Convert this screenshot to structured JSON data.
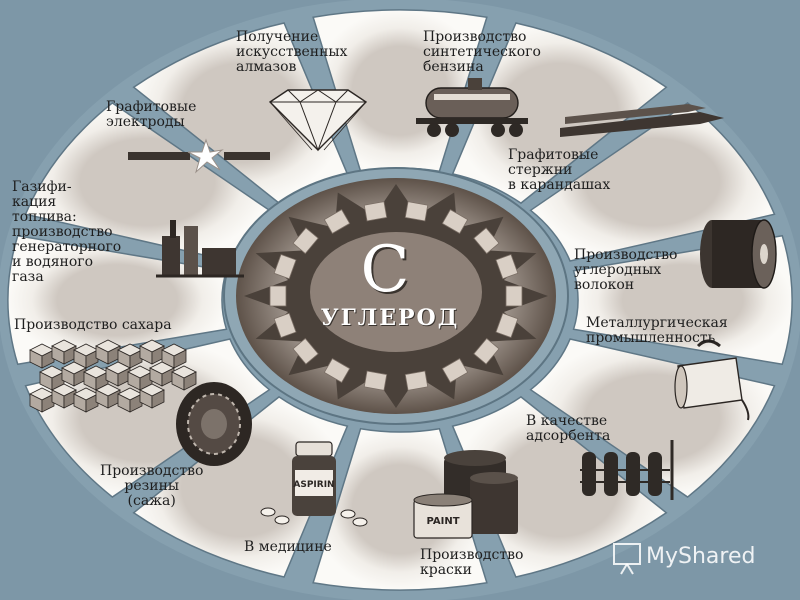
{
  "center": {
    "symbol": "C",
    "name": "УГЛЕРОД"
  },
  "segments": [
    {
      "id": "diamonds",
      "label": "Получение\nискусственных\nалмазов",
      "icon": "diamond-icon"
    },
    {
      "id": "gasoline",
      "label": "Производство\nсинтетического\nбензина",
      "icon": "tank-car-icon"
    },
    {
      "id": "pencils",
      "label": "Графитовые\nстержни\nв карандашах",
      "icon": "pencil-rods-icon"
    },
    {
      "id": "fibers",
      "label": "Производство\nуглеродных\nволокон",
      "icon": "fiber-spool-icon"
    },
    {
      "id": "metallurgy",
      "label": "Металлургическая\nпромышленность",
      "icon": "ladle-icon"
    },
    {
      "id": "adsorbent",
      "label": "В качестве\nадсорбента",
      "icon": "filter-columns-icon"
    },
    {
      "id": "paint",
      "label": "Производство\nкраски",
      "icon": "paint-barrels-icon",
      "can_label": "PAINT"
    },
    {
      "id": "medicine",
      "label": "В медицине",
      "icon": "pill-bottle-icon",
      "bottle_label": "ASPIRIN"
    },
    {
      "id": "rubber",
      "label": "Производство\nрезины\n(сажа)",
      "icon": "tire-icon"
    },
    {
      "id": "sugar",
      "label": "Производство сахара",
      "icon": "sugar-cubes-icon"
    },
    {
      "id": "gasification",
      "label": "Газифи-\nкация\nтоплива:\nпроизводство\nгенераторного\nи водяного\nгаза",
      "icon": "gas-plant-icon"
    },
    {
      "id": "electrodes",
      "label": "Графитовые\nэлектроды",
      "icon": "electrode-arc-icon"
    }
  ],
  "watermark": {
    "text": "MyShared",
    "icon": "presentation-board-icon"
  }
}
